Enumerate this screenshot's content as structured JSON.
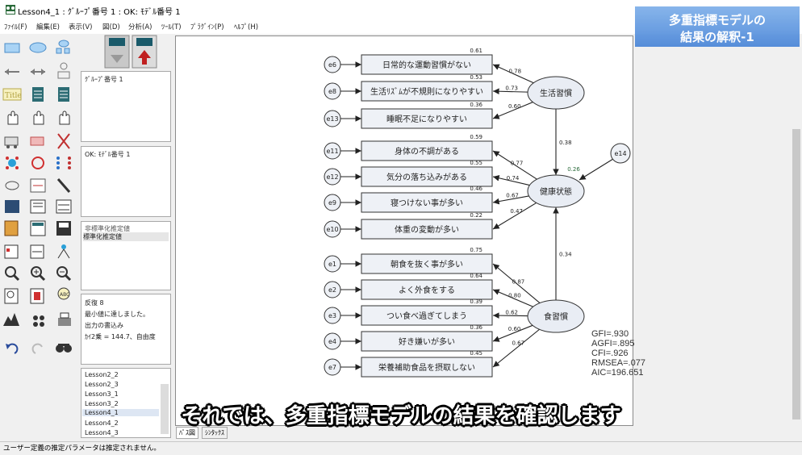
{
  "window": {
    "title": "Lesson4_1 : ｸﾞﾙｰﾌﾟ番号 1 : OK: ﾓﾃﾞﾙ番号 1"
  },
  "menu": [
    "ﾌｧｲﾙ(F)",
    "編集(E)",
    "表示(V)",
    "図(D)",
    "分析(A)",
    "ﾂｰﾙ(T)",
    "ﾌﾟﾗｸﾞｲﾝ(P)",
    "ﾍﾙﾌﾟ(H)"
  ],
  "panels": {
    "group": "ｸﾞﾙｰﾌﾟ番号 1",
    "model": "OK: ﾓﾃﾞﾙ番号 1",
    "estimates": [
      "非標準化推定値",
      "標準化推定値"
    ],
    "log": [
      "反復 8",
      "最小値に達しました。",
      "出力の書込み",
      "ｶｲ2乗 = 144.7、自由度"
    ],
    "files": [
      "Lesson2_2",
      "Lesson2_3",
      "Lesson3_1",
      "Lesson3_2",
      "Lesson4_1",
      "Lesson4_2",
      "Lesson4_3"
    ]
  },
  "tabs": {
    "path": "ﾊﾟｽ図",
    "syntax": "ｼﾝﾀｯｸｽ"
  },
  "status": "ユーザー定義の推定パラメータは推定されません。",
  "slide_title": [
    "多重指標モデルの",
    "結果の解釈-1"
  ],
  "subtitle": "それでは、多重指標モデルの結果を確認します",
  "colors": {
    "title_bg": "#5b93de",
    "box_fill": "#eef1f6",
    "latent_fill": "#e9edf4"
  },
  "diagram": {
    "latents": [
      {
        "id": "L1",
        "label": "生活習慣"
      },
      {
        "id": "L2",
        "label": "健康状態",
        "r2": "0.26"
      },
      {
        "id": "L3",
        "label": "食習慣"
      }
    ],
    "observed": [
      {
        "err": "e6",
        "label": "日常的な運動習慣がない",
        "r2": "0.61",
        "loading": "0.78",
        "latent": "L1"
      },
      {
        "err": "e8",
        "label": "生活ﾘｽﾞﾑが不規則になりやすい",
        "r2": "0.53",
        "loading": "0.73",
        "latent": "L1"
      },
      {
        "err": "e13",
        "label": "睡眠不足になりやすい",
        "r2": "0.36",
        "loading": "0.60",
        "latent": "L1"
      },
      {
        "err": "e11",
        "label": "身体の不調がある",
        "r2": "0.59",
        "loading": "0.77",
        "latent": "L2"
      },
      {
        "err": "e12",
        "label": "気分の落ち込みがある",
        "r2": "0.55",
        "loading": "0.74",
        "latent": "L2"
      },
      {
        "err": "e9",
        "label": "寝つけない事が多い",
        "r2": "0.46",
        "loading": "0.67",
        "latent": "L2"
      },
      {
        "err": "e10",
        "label": "体重の変動が多い",
        "r2": "0.22",
        "loading": "0.47",
        "latent": "L2"
      },
      {
        "err": "e1",
        "label": "朝食を抜く事が多い",
        "r2": "0.75",
        "loading": "0.87",
        "latent": "L3"
      },
      {
        "err": "e2",
        "label": "よく外食をする",
        "r2": "0.64",
        "loading": "0.80",
        "latent": "L3"
      },
      {
        "err": "e3",
        "label": "つい食べ過ぎてしまう",
        "r2": "0.39",
        "loading": "0.62",
        "latent": "L3"
      },
      {
        "err": "e4",
        "label": "好き嫌いが多い",
        "r2": "0.36",
        "loading": "0.60",
        "latent": "L3"
      },
      {
        "err": "e7",
        "label": "栄養補助食品を摂取しない",
        "r2": "0.45",
        "loading": "0.67",
        "latent": "L3"
      }
    ],
    "paths": [
      {
        "from": "L1",
        "to": "L2",
        "coef": "0.38"
      },
      {
        "from": "L3",
        "to": "L2",
        "coef": "0.34"
      }
    ],
    "disturbance": "e14",
    "fit": [
      "GFI=.930",
      "AGFI=.895",
      "CFI=.926",
      "RMSEA=.077",
      "AIC=196.651"
    ]
  }
}
